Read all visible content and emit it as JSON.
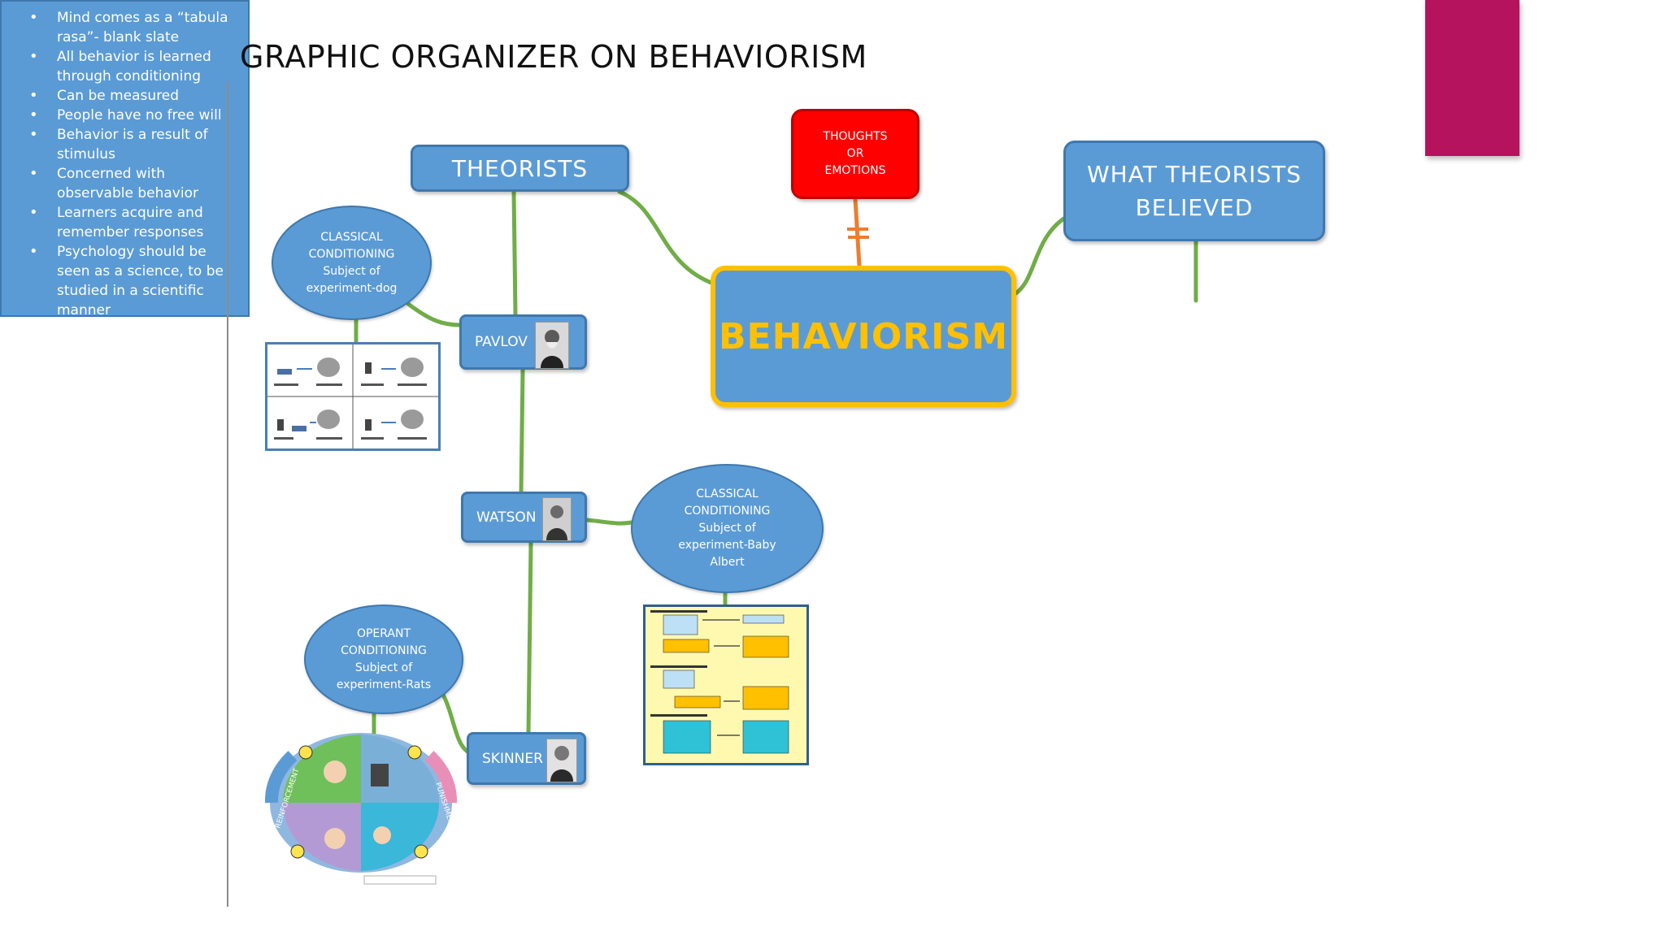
{
  "title": "GRAPHIC ORGANIZER ON BEHAVIORISM",
  "colors": {
    "box_fill": "#5b9bd5",
    "box_border": "#3f78ad",
    "connector_green": "#70ad47",
    "connector_orange": "#ed7d31",
    "center_border": "#ffc000",
    "center_text": "#ffc000",
    "thoughts_fill": "#ff0000",
    "accent_bar": "#b5135d"
  },
  "nodes": {
    "center": "BEHAVIORISM",
    "theorists": "THEORISTS",
    "thoughts": [
      "THOUGHTS",
      "OR",
      "EMOTIONS"
    ],
    "what_believed": "WHAT THEORISTS BELIEVED",
    "pavlov": "PAVLOV",
    "watson": "WATSON",
    "skinner": "SKINNER"
  },
  "experiments": {
    "pavlov": {
      "title": [
        "CLASSICAL",
        "CONDITIONING"
      ],
      "subject": [
        "Subject of",
        "experiment-dog"
      ]
    },
    "watson": {
      "title": [
        "CLASSICAL",
        "CONDITIONING"
      ],
      "subject": [
        "Subject of",
        "experiment-Baby",
        "Albert"
      ]
    },
    "skinner": {
      "title": [
        "OPERANT",
        "CONDITIONING"
      ],
      "subject": [
        "Subject of",
        "experiment-Rats"
      ]
    }
  },
  "beliefs": [
    "Mind comes as a “tabula rasa”- blank slate",
    "All behavior is learned through conditioning",
    "Can be measured",
    "People have no free will",
    "Behavior is a result of stimulus",
    "Concerned with observable behavior",
    "Learners acquire and remember responses",
    "Psychology should be seen as a science, to be studied in a scientific manner"
  ],
  "wheel_labels": {
    "left": "REINFORCEMENT",
    "right": "PUNISHMENT"
  },
  "icons": [
    "portrait-pavlov",
    "portrait-watson",
    "portrait-skinner",
    "dog-diagram",
    "albert-chart",
    "reinforcement-wheel"
  ]
}
